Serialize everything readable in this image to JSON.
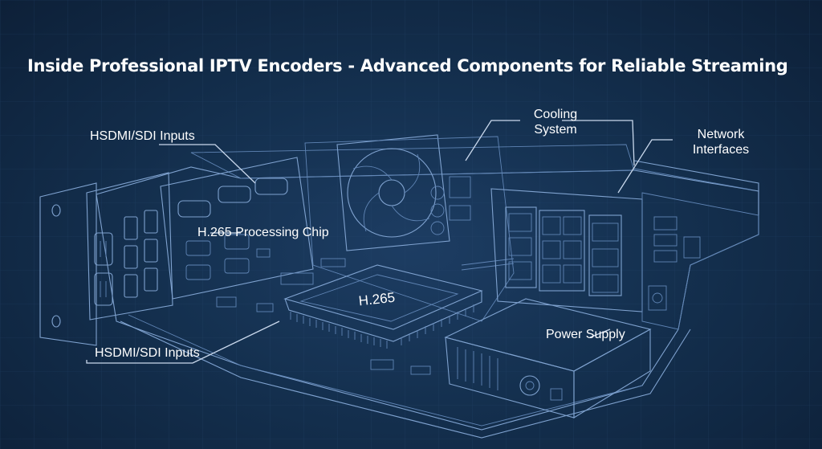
{
  "title": "Inside Professional IPTV Encoders - Advanced Components for Reliable Streaming",
  "chip_marking": "H.265",
  "labels": {
    "inputs_top": "HSDMI/SDI Inputs",
    "inputs_bottom": "HSDMI/SDI Inputs",
    "processing_chip": "H.265 Processing Chip",
    "cooling_line1": "Cooling",
    "cooling_line2": "System",
    "network_line1": "Network",
    "network_line2": "Interfaces",
    "power_supply": "Power Supply"
  },
  "colors": {
    "background": "#14304f",
    "linework": "#7fa2cf",
    "text": "#ffffff"
  },
  "icons": [
    "fan-icon",
    "ethernet-port-icon",
    "hdmi-port-icon",
    "serial-port-icon",
    "power-connector-icon"
  ]
}
